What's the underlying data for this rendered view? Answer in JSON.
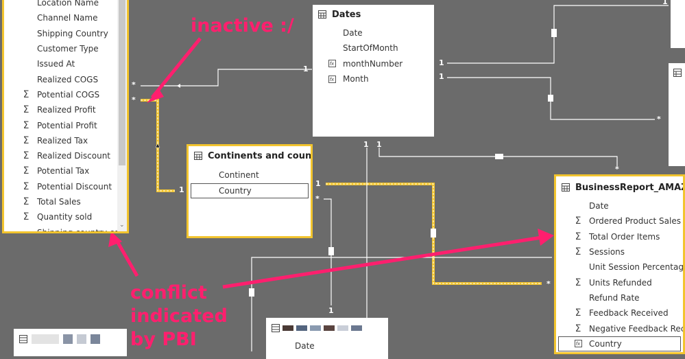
{
  "left_table": {
    "rows": [
      {
        "label": "Location Name",
        "icon": ""
      },
      {
        "label": "Channel Name",
        "icon": ""
      },
      {
        "label": "Shipping Country",
        "icon": ""
      },
      {
        "label": "Customer Type",
        "icon": ""
      },
      {
        "label": "Issued At",
        "icon": ""
      },
      {
        "label": "Realized COGS",
        "icon": ""
      },
      {
        "label": "Potential COGS",
        "icon": "sigma"
      },
      {
        "label": "Realized Profit",
        "icon": "sigma"
      },
      {
        "label": "Potential Profit",
        "icon": "sigma"
      },
      {
        "label": "Realized Tax",
        "icon": "sigma"
      },
      {
        "label": "Realized Discount",
        "icon": "sigma"
      },
      {
        "label": "Potential Tax",
        "icon": "sigma"
      },
      {
        "label": "Potential Discount",
        "icon": "sigma"
      },
      {
        "label": "Total Sales",
        "icon": "sigma"
      },
      {
        "label": "Quantity sold",
        "icon": "sigma"
      },
      {
        "label": "Shipping country co",
        "icon": ""
      }
    ]
  },
  "dates_table": {
    "title": "Dates",
    "rows": [
      {
        "label": "Date",
        "icon": ""
      },
      {
        "label": "StartOfMonth",
        "icon": ""
      },
      {
        "label": "monthNumber",
        "icon": "calc"
      },
      {
        "label": "Month",
        "icon": "calc"
      }
    ]
  },
  "continents_table": {
    "title": "Continents and countrie",
    "rows": [
      {
        "label": "Continent",
        "icon": ""
      },
      {
        "label": "Country",
        "icon": ""
      }
    ]
  },
  "business_table": {
    "title": "BusinessReport_AMAZO",
    "rows": [
      {
        "label": "Date",
        "icon": ""
      },
      {
        "label": "Ordered Product Sales",
        "icon": "sigma"
      },
      {
        "label": "Total Order Items",
        "icon": "sigma"
      },
      {
        "label": "Sessions",
        "icon": "sigma"
      },
      {
        "label": "Unit Session Percentage",
        "icon": ""
      },
      {
        "label": "Units Refunded",
        "icon": "sigma"
      },
      {
        "label": "Refund Rate",
        "icon": ""
      },
      {
        "label": "Feedback Received",
        "icon": "sigma"
      },
      {
        "label": "Negative Feedback Rece",
        "icon": "sigma"
      },
      {
        "label": "Country",
        "icon": "calc"
      }
    ]
  },
  "bottom_table": {
    "rows": [
      {
        "label": "Date"
      }
    ]
  },
  "markers": {
    "star": "*",
    "one": "1"
  },
  "annotations": {
    "inactive": "inactive :/",
    "conflict": [
      "conflict",
      "indicated",
      "by PBI"
    ]
  },
  "colors": {
    "canvas": "#6b6b6b",
    "highlight": "#f2c42e",
    "annotation": "#ff1f6e",
    "line": "#ffffff"
  }
}
